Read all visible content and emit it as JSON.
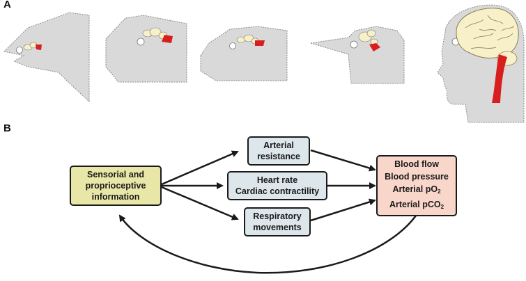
{
  "panel_a": {
    "label": "A"
  },
  "panel_b": {
    "label": "B",
    "sensorial_box": {
      "lines": [
        "Sensorial and",
        "proprioceptive",
        "information"
      ],
      "color": "#e9e7a8"
    },
    "arterial_box": {
      "lines": [
        "Arterial",
        "resistance"
      ],
      "color": "#dde6ea"
    },
    "heart_box": {
      "lines": [
        "Heart rate",
        "Cardiac contractility"
      ],
      "color": "#dde6ea"
    },
    "respiratory_box": {
      "lines": [
        "Respiratory",
        "movements"
      ],
      "color": "#dde6ea"
    },
    "output_box": {
      "line1": "Blood flow",
      "line2": "Blood pressure",
      "line3_prefix": "Arterial pO",
      "line3_sub": "2",
      "line4_prefix": "Arterial pCO",
      "line4_sub": "2",
      "color": "#f8d6c9"
    }
  },
  "colors": {
    "head_fill": "#d9d9d9",
    "brainstem": "#d81e1e",
    "brain": "#f7f0c8"
  }
}
